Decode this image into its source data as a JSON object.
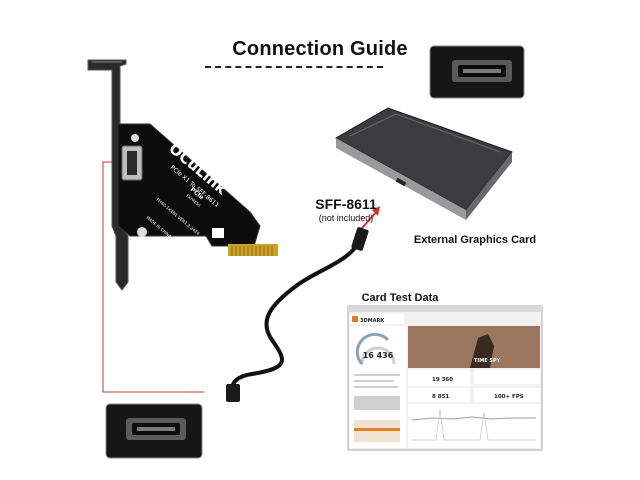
{
  "title": "Connection Guide",
  "cable": {
    "name": "SFF-8611",
    "note": "(not included)"
  },
  "ext_card": {
    "label": "External Graphics Card"
  },
  "test": {
    "label": "Card Test Data",
    "brand": "3DMARK",
    "score": "16 436",
    "benchmark": "TIME SPY",
    "graphics_score": "19 360",
    "cpu_score": "8 851",
    "fps": "100+ FPS"
  },
  "pcb": {
    "brand": "OCuLink",
    "line1": "PCIe X1 To SFF-8611",
    "line2": "PH40-1X4N1  VER1.2  2424",
    "pcie": "PCIe",
    "pcie_sub": "EXPRESS",
    "made": "MADE IN CHINA"
  },
  "colors": {
    "leader": "#c0392b",
    "arrow": "#c0392b",
    "accent": "#e67e22"
  }
}
